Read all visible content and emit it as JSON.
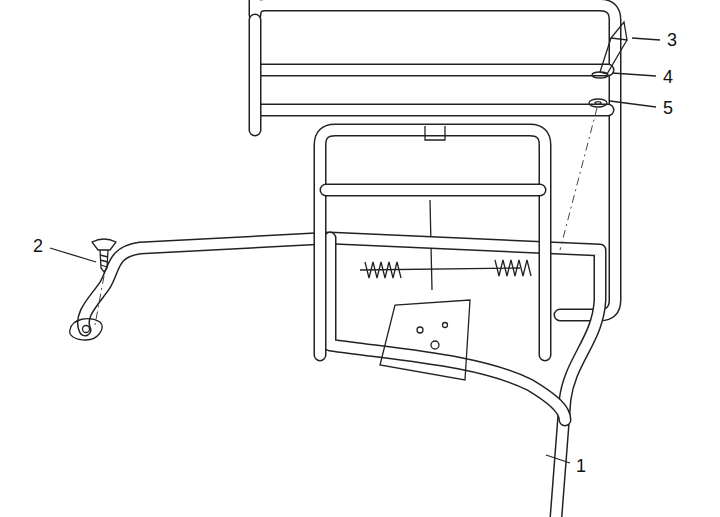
{
  "diagram": {
    "labels": [
      "3",
      "4",
      "5",
      "2",
      "1"
    ]
  }
}
